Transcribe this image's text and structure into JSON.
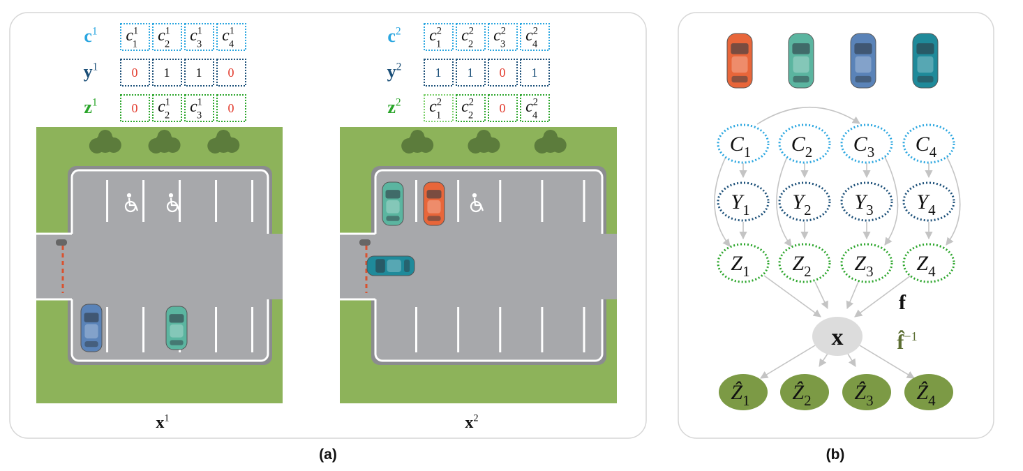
{
  "captions": {
    "a": "(a)",
    "b": "(b)"
  },
  "colors": {
    "c": "#2aa6e0",
    "y": "#1b4f78",
    "z": "#2aa52a",
    "red": "#e2392b",
    "grass": "#8db35a",
    "asphalt": "#a7a8ab",
    "node_hat": "#7c9a45",
    "x_node": "#dcdcdc",
    "finv": "#5c6e32",
    "arrow": "#c4c4c4"
  },
  "panel_a": {
    "scenes": [
      {
        "image_label": {
          "base": "x",
          "sup": "1"
        },
        "rows": [
          {
            "label": {
              "base": "c",
              "sup": "1"
            },
            "kind": "c",
            "cells": [
              {
                "base": "c",
                "sub": "1",
                "sup": "1"
              },
              {
                "base": "c",
                "sub": "2",
                "sup": "1"
              },
              {
                "base": "c",
                "sub": "3",
                "sup": "1"
              },
              {
                "base": "c",
                "sub": "4",
                "sup": "1"
              }
            ]
          },
          {
            "label": {
              "base": "y",
              "sup": "1"
            },
            "kind": "y",
            "cells": [
              {
                "base": "0",
                "red": true
              },
              {
                "base": "1"
              },
              {
                "base": "1"
              },
              {
                "base": "0",
                "red": true
              }
            ]
          },
          {
            "label": {
              "base": "z",
              "sup": "1"
            },
            "kind": "z",
            "cells": [
              {
                "base": "0",
                "red": true
              },
              {
                "base": "c",
                "sub": "2",
                "sup": "1"
              },
              {
                "base": "c",
                "sub": "3",
                "sup": "1"
              },
              {
                "base": "0",
                "red": true
              }
            ]
          }
        ],
        "cars": [
          "blue",
          "teal"
        ]
      },
      {
        "image_label": {
          "base": "x",
          "sup": "2"
        },
        "rows": [
          {
            "label": {
              "base": "c",
              "sup": "2"
            },
            "kind": "c",
            "cells": [
              {
                "base": "c",
                "sub": "1",
                "sup": "2"
              },
              {
                "base": "c",
                "sub": "2",
                "sup": "2"
              },
              {
                "base": "c",
                "sub": "3",
                "sup": "2"
              },
              {
                "base": "c",
                "sub": "4",
                "sup": "2"
              }
            ]
          },
          {
            "label": {
              "base": "y",
              "sup": "2"
            },
            "kind": "y",
            "cells": [
              {
                "base": "1",
                "blue": true
              },
              {
                "base": "1",
                "blue": true
              },
              {
                "base": "0",
                "red": true
              },
              {
                "base": "1",
                "blue": true
              }
            ]
          },
          {
            "label": {
              "base": "z",
              "sup": "2"
            },
            "kind": "z",
            "cells": [
              {
                "base": "c",
                "sub": "1",
                "sup": "2"
              },
              {
                "base": "c",
                "sub": "2",
                "sup": "2"
              },
              {
                "base": "0",
                "red": true
              },
              {
                "base": "c",
                "sub": "4",
                "sup": "2"
              }
            ]
          }
        ],
        "cars": [
          "teal",
          "orange",
          "darkteal"
        ]
      }
    ]
  },
  "panel_b": {
    "car_colors": [
      "#e8663a",
      "#5bb5a0",
      "#5a83b8",
      "#1f8a9a"
    ],
    "c_nodes": [
      {
        "base": "C",
        "sub": "1"
      },
      {
        "base": "C",
        "sub": "2"
      },
      {
        "base": "C",
        "sub": "3"
      },
      {
        "base": "C",
        "sub": "4"
      }
    ],
    "y_nodes": [
      {
        "base": "Y",
        "sub": "1"
      },
      {
        "base": "Y",
        "sub": "2"
      },
      {
        "base": "Y",
        "sub": "3"
      },
      {
        "base": "Y",
        "sub": "4"
      }
    ],
    "z_nodes": [
      {
        "base": "Z",
        "sub": "1"
      },
      {
        "base": "Z",
        "sub": "2"
      },
      {
        "base": "Z",
        "sub": "3"
      },
      {
        "base": "Z",
        "sub": "4"
      }
    ],
    "x_node": "x",
    "zhat_nodes": [
      {
        "base": "Ẑ",
        "sub": "1"
      },
      {
        "base": "Ẑ",
        "sub": "2"
      },
      {
        "base": "Ẑ",
        "sub": "3"
      },
      {
        "base": "Ẑ",
        "sub": "4"
      }
    ],
    "f_label": "f",
    "finv_label": {
      "base": "f̂",
      "sup": "−1"
    }
  }
}
